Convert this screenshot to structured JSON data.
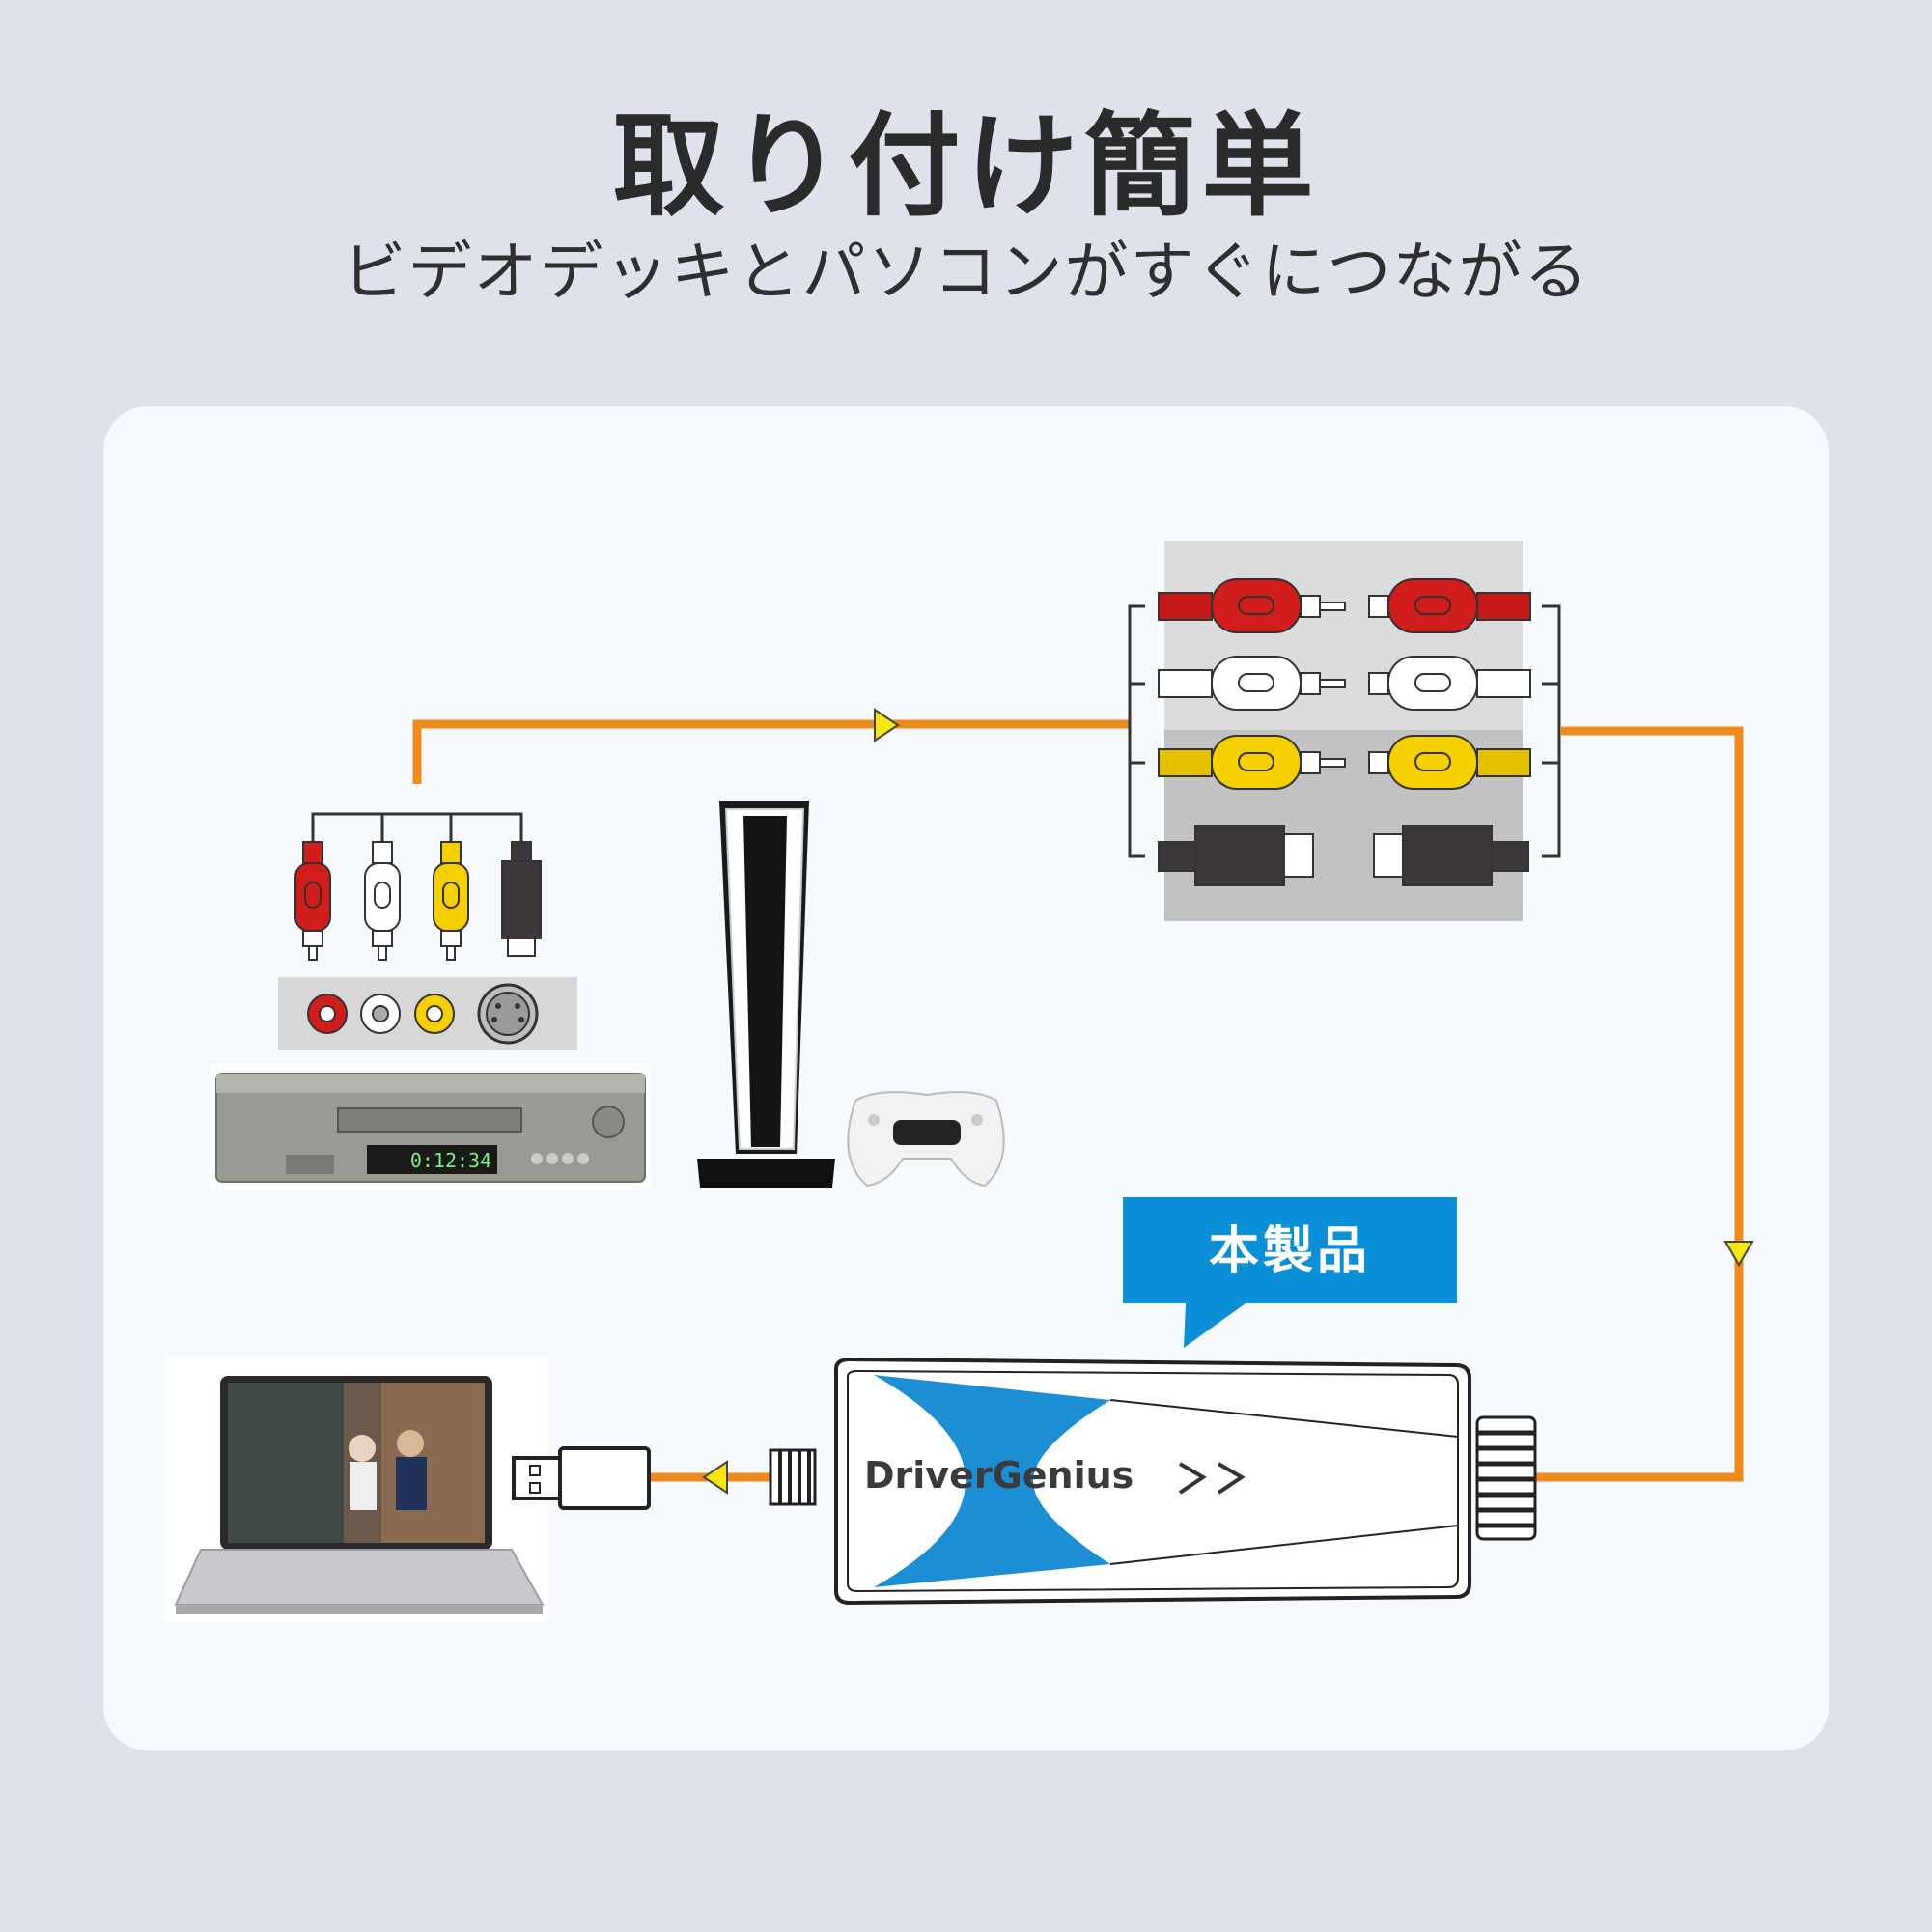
{
  "header": {
    "title": "取り付け簡単",
    "subtitle": "ビデオデッキとパソコンがすぐにつながる"
  },
  "product_badge": {
    "label": "本製品",
    "color": "#0b8fd6"
  },
  "device": {
    "brand": "DriverGenius",
    "arrows": "＞＞",
    "accent_color": "#1b8ed4"
  },
  "vcr": {
    "display_text": "0:12:34"
  },
  "colors": {
    "cable": "#ef8a1f",
    "arrow": "#f4e610",
    "rca_red": "#d21d1d",
    "rca_white": "#ffffff",
    "rca_yellow": "#f6cf00",
    "svideo": "#3b3738"
  }
}
